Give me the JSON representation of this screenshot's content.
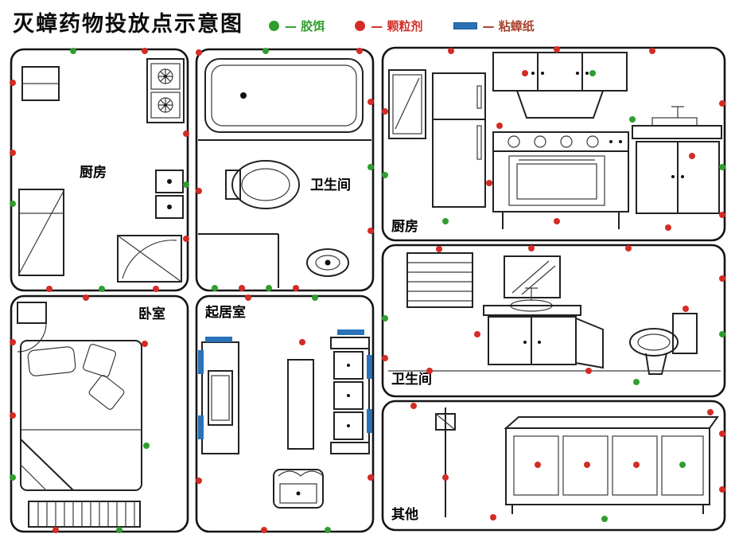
{
  "title": "灭蟑药物投放点示意图",
  "legend": {
    "dash": "—",
    "items": [
      {
        "label": "胶饵",
        "marker": "green-dot",
        "color": "#2f9e2f"
      },
      {
        "label": "颗粒剂",
        "marker": "red-dot",
        "color": "#d42b26"
      },
      {
        "label": "粘蟑纸",
        "marker": "blue-bar",
        "color": "#2a72b8"
      }
    ]
  },
  "panels": {
    "kitchen_plan": {
      "label": "厨房"
    },
    "bathroom_plan": {
      "label": "卫生间"
    },
    "kitchen_view": {
      "label": "厨房"
    },
    "bathroom_view": {
      "label": "卫生间"
    },
    "other_view": {
      "label": "其他"
    },
    "bedroom_plan": {
      "label": "卧室"
    },
    "living_room_plan": {
      "label": "起居室"
    }
  }
}
